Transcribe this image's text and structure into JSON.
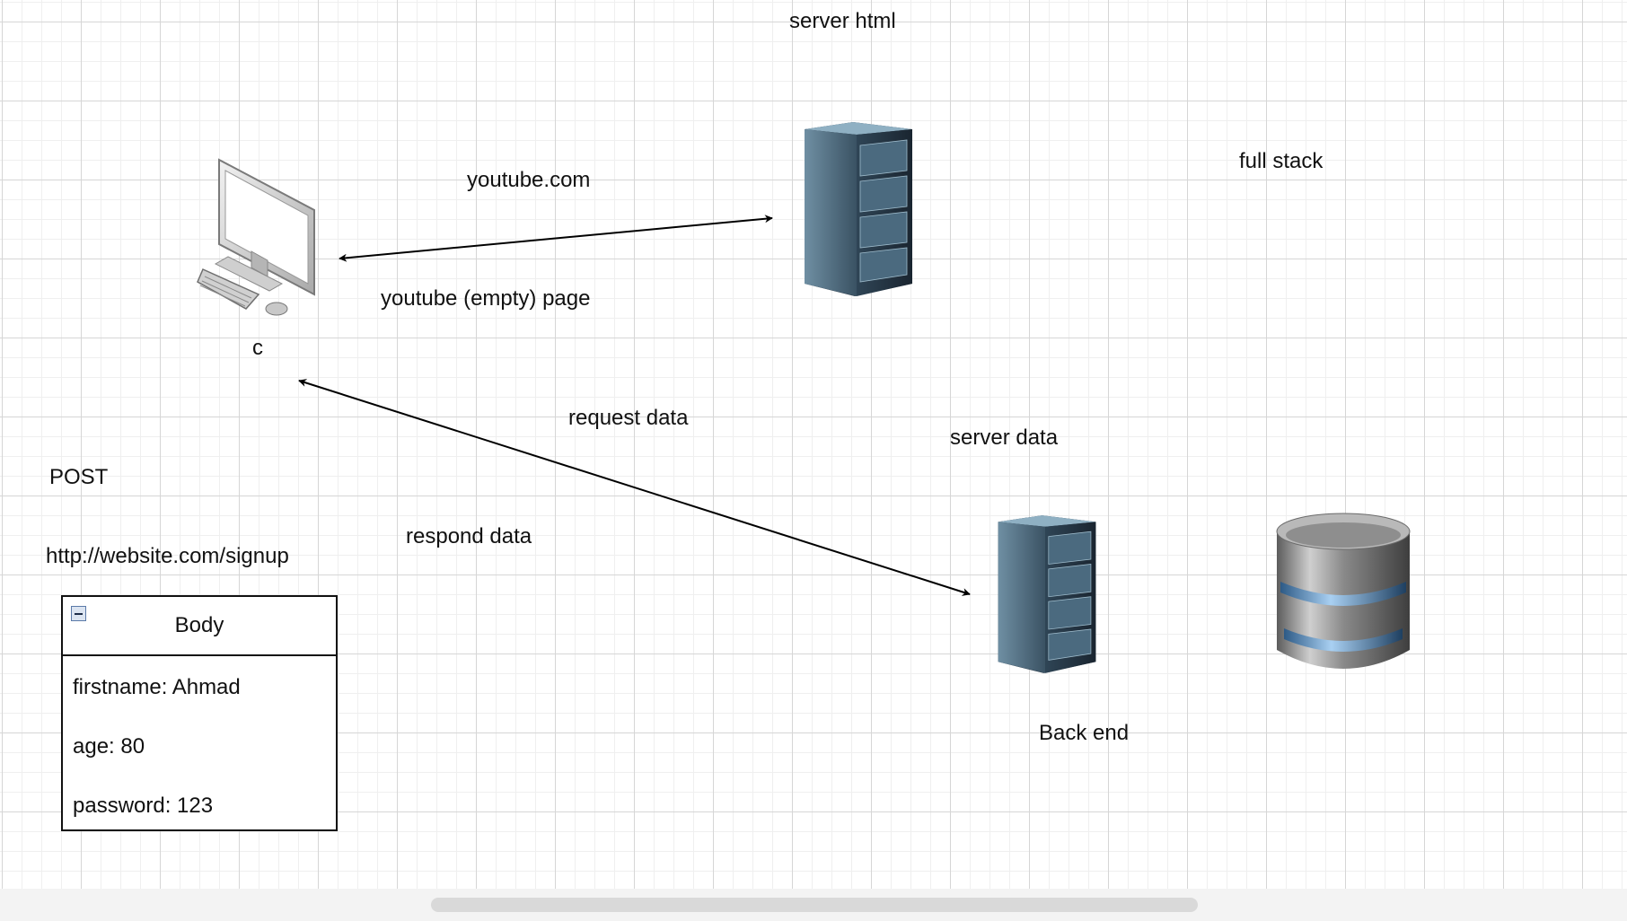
{
  "labels": {
    "server_html": "server html",
    "full_stack": "full stack",
    "youtube_com": "youtube.com",
    "youtube_empty_page": "youtube (empty) page",
    "client": "c",
    "request_data": "request data",
    "server_data": "server data",
    "post": "POST",
    "respond_data": "respond data",
    "signup_url": "http://website.com/signup",
    "back_end": "Back end"
  },
  "body_box": {
    "title": "Body",
    "fields": [
      "firstname: Ahmad",
      "age: 80",
      "password: 123"
    ]
  },
  "icons": {
    "client": "desktop-computer-icon",
    "server_html": "server-rack-icon",
    "server_data": "server-rack-icon",
    "database": "database-icon"
  }
}
